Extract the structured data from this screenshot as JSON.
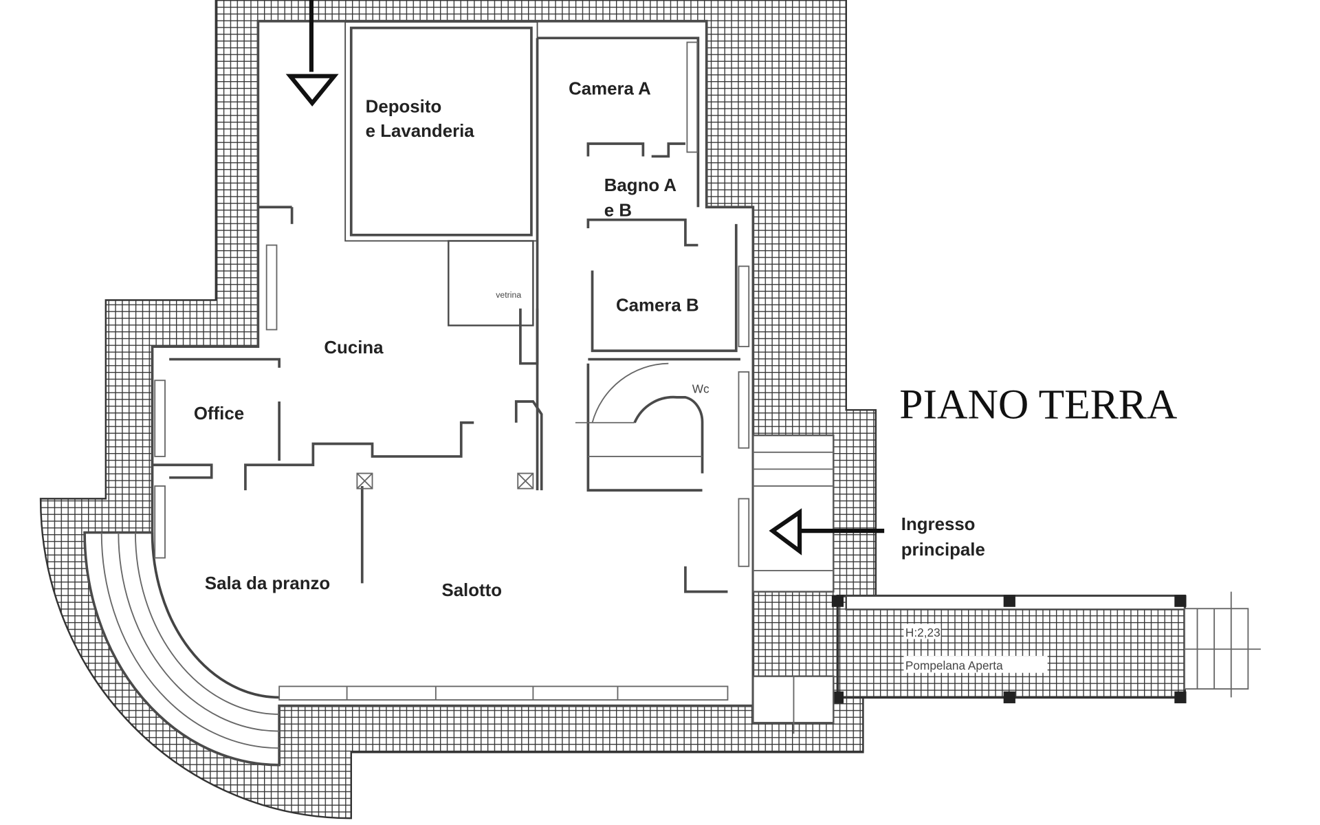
{
  "plan": {
    "title": "PIANO TERRA",
    "rooms": {
      "deposito_1": "Deposito",
      "deposito_2": "e Lavanderia",
      "camera_a": "Camera A",
      "bagno_1": "Bagno A",
      "bagno_2": "e B",
      "camera_b": "Camera B",
      "cucina": "Cucina",
      "office": "Office",
      "sala_da_pranzo": "Sala da pranzo",
      "salotto": "Salotto",
      "wc": "Wc",
      "vetrina": "vetrina"
    },
    "entrance_1": "Ingresso",
    "entrance_2": "principale",
    "pergola_height": "H:2,23",
    "pergola_label": "Pompelana Aperta"
  }
}
